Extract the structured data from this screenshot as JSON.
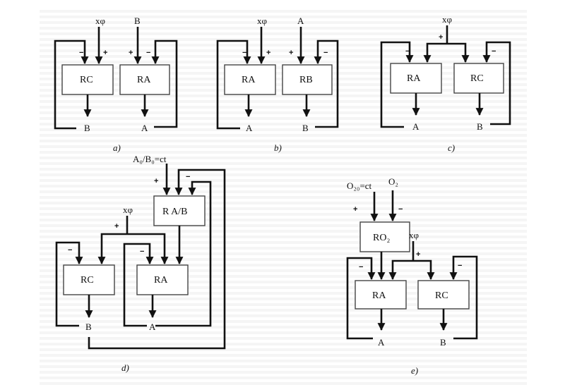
{
  "colors": {
    "background": "#ffffff",
    "stripe": "#ededed",
    "line": "#111111",
    "box_border": "#444444"
  },
  "panels": {
    "a": {
      "caption": "a)",
      "inputs": {
        "xy": "xφ",
        "b": "B"
      },
      "blocks": {
        "left": "RC",
        "right": "RA"
      },
      "outputs": {
        "left": "B",
        "right": "A"
      },
      "signs": {
        "s1": "−",
        "s2": "+",
        "s3": "+",
        "s4": "−"
      }
    },
    "b": {
      "caption": "b)",
      "inputs": {
        "xy": "xφ",
        "a": "A"
      },
      "blocks": {
        "left": "RA",
        "right": "RB"
      },
      "outputs": {
        "left": "A",
        "right": "B"
      },
      "signs": {
        "s1": "−",
        "s2": "+",
        "s3": "+",
        "s4": "−"
      }
    },
    "c": {
      "caption": "c)",
      "inputs": {
        "xy": "xφ"
      },
      "blocks": {
        "left": "RA",
        "right": "RC"
      },
      "outputs": {
        "left": "A",
        "right": "B"
      },
      "signs": {
        "plus": "+",
        "s1": "−",
        "s2": "−"
      }
    },
    "d": {
      "caption": "d)",
      "inputs": {
        "ratio": "A₀/B₀=ct",
        "xy": "xφ"
      },
      "blocks": {
        "ratio": "R A/B",
        "left": "RC",
        "right": "RA"
      },
      "outputs": {
        "left": "B",
        "right": "A"
      },
      "signs": {
        "r_plus": "+",
        "r_minus": "−",
        "xy_plus": "+",
        "rc_minus": "−",
        "ra_minus": "−"
      }
    },
    "e": {
      "caption": "e)",
      "inputs": {
        "o2_set": "O₂₀=ct",
        "o2": "O₂",
        "xy": "xφ"
      },
      "blocks": {
        "ro2": "RO₂",
        "left": "RA",
        "right": "RC"
      },
      "outputs": {
        "left": "A",
        "right": "B"
      },
      "signs": {
        "o_plus": "+",
        "o_minus": "−",
        "xy_plus": "+",
        "ra_minus": "−",
        "rc_minus": "−"
      }
    }
  }
}
